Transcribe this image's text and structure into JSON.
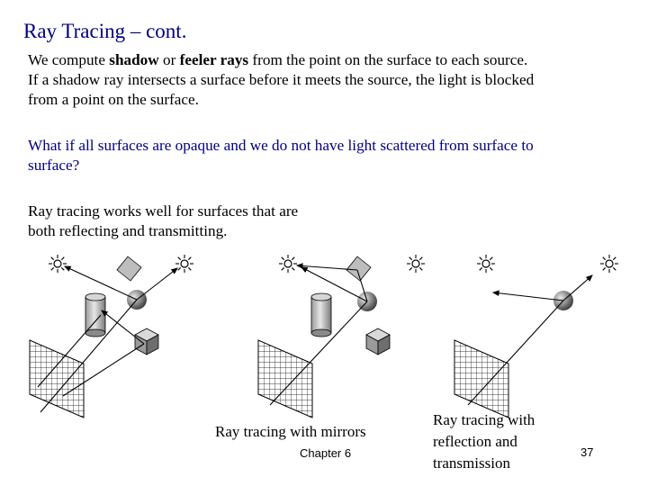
{
  "slide": {
    "title": "Ray Tracing – cont.",
    "para1": {
      "line1_a": "We compute ",
      "line1_kw1": "shadow",
      "line1_b": " or ",
      "line1_kw2": "feeler rays",
      "line1_c": " from the point on the surface to each source.",
      "line2": "If a shadow ray intersects a surface before it meets the source, the light is blocked",
      "line3": "from a point on the surface."
    },
    "para2": {
      "line1": "What if all surfaces are opaque and we do not have light scattered from surface to",
      "line2": "surface?"
    },
    "para3": {
      "line1": "Ray tracing works well for surfaces that are",
      "line2": "both reflecting and transmitting."
    },
    "captions": {
      "mirrors": "Ray tracing with mirrors",
      "transmission_1": "Ray tracing with",
      "transmission_2": "reflection and",
      "transmission_3": "transmission"
    },
    "footer": {
      "chapter": "Chapter 6",
      "page": "37"
    }
  },
  "figure_icons": [
    "light-source-icon",
    "cube-icon",
    "cylinder-icon",
    "sphere-icon",
    "grid-screen-icon"
  ]
}
